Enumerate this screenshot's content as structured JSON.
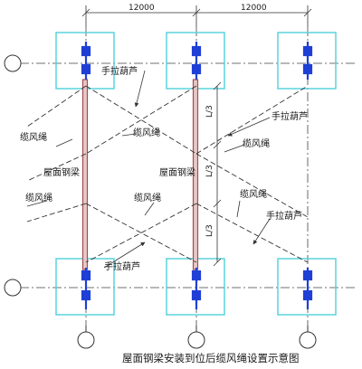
{
  "dimensions": {
    "left_span": "12000",
    "right_span": "12000"
  },
  "spacing": {
    "third_top": "L/3",
    "third_mid": "L/3",
    "third_bottom": "L/3"
  },
  "labels": {
    "hoist_top": "手拉葫芦",
    "hoist_right_upper": "手拉葫芦",
    "hoist_right_lower": "手拉葫芦",
    "hoist_bottom": "手拉葫芦",
    "guy_rope_left_upper": "缆风绳",
    "guy_rope_center_upper": "缆风绳",
    "guy_rope_right_upper": "缆风绳",
    "guy_rope_left_lower": "缆风绳",
    "guy_rope_center_lower": "缆风绳",
    "guy_rope_right_lower": "缆风绳",
    "roof_beam_left": "屋面钢梁",
    "roof_beam_center": "屋面钢梁"
  },
  "caption": "屋面钢梁安装到位后缆风绳设置示意图",
  "colors": {
    "pad": "#4fd0dc",
    "column": "#1f3fd6",
    "beam": "#a05050",
    "line": "#333333"
  }
}
